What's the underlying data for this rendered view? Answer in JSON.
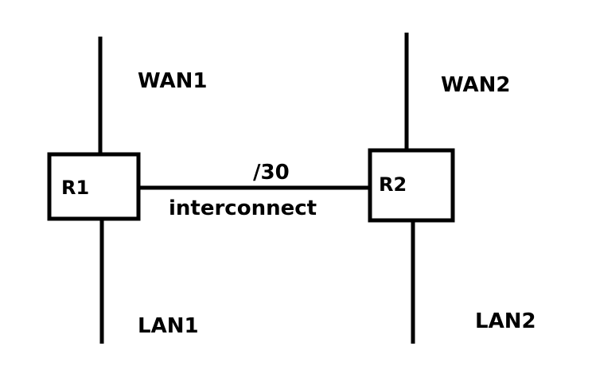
{
  "diagram": {
    "routers": [
      {
        "id": "R1",
        "label": "R1"
      },
      {
        "id": "R2",
        "label": "R2"
      }
    ],
    "links": {
      "interconnect_prefix": "/30",
      "interconnect_label": "interconnect"
    },
    "networks": {
      "wan1": "WAN1",
      "wan2": "WAN2",
      "lan1": "LAN1",
      "lan2": "LAN2"
    },
    "colors": {
      "stroke": "#000000",
      "background": "#ffffff"
    }
  }
}
